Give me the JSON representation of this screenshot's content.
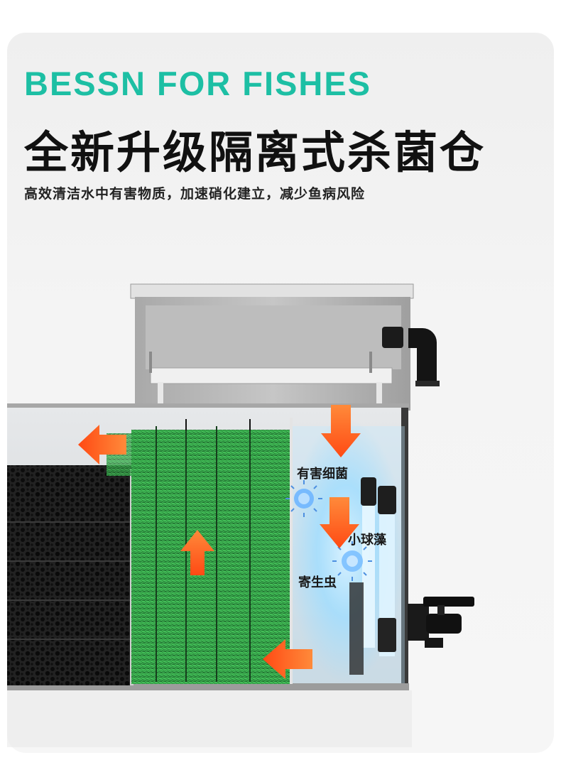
{
  "header": {
    "brand": "BESSN FOR FISHES",
    "headline": "全新升级隔离式杀菌仓",
    "subline": "高效清洁水中有害物质，加速硝化建立，减少鱼病风险"
  },
  "labels": {
    "bacteria": "有害细菌",
    "algae": "小球藻",
    "parasite": "寄生虫"
  },
  "colors": {
    "brand": "#1dbfa4",
    "arrow": "#ff5a1f",
    "filter_green": "#2f9b43",
    "sponge": "#1c1c1c",
    "uv_glow": "#8fd8ff"
  },
  "icons": [
    "flow-arrow-icon",
    "microbe-icon",
    "pipe-elbow-icon",
    "ball-valve-icon",
    "uv-lamp-icon"
  ]
}
